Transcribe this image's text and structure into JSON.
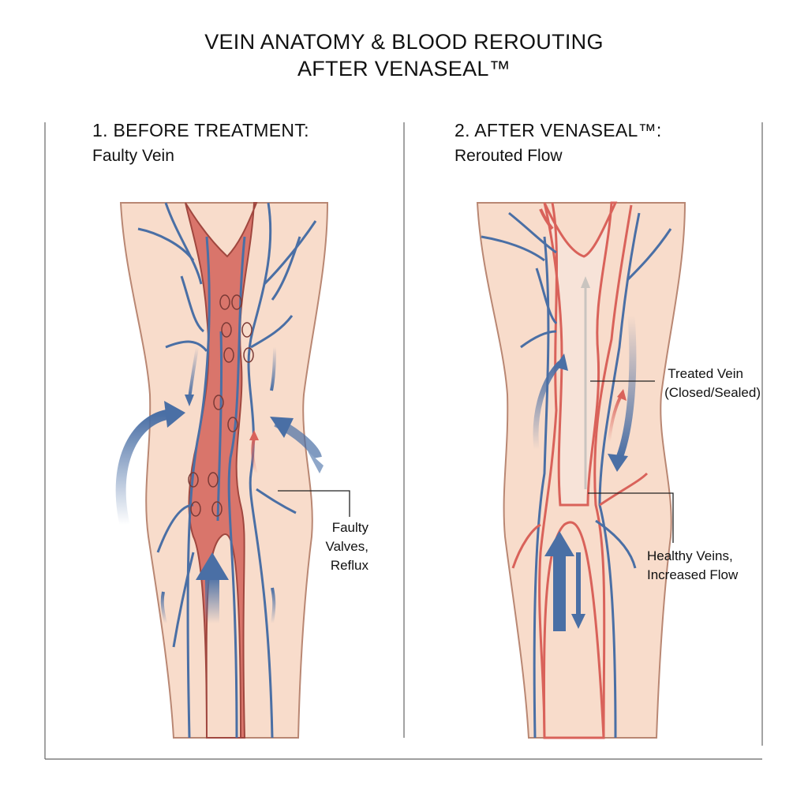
{
  "title": {
    "line1": "VEIN ANATOMY & BLOOD REROUTING",
    "line2": "AFTER VENASEAL™"
  },
  "panels": [
    {
      "heading": "1. BEFORE TREATMENT:",
      "subheading": "Faulty Vein",
      "labels": [
        {
          "line1": "Faulty Valves,",
          "line2": "Reflux"
        }
      ]
    },
    {
      "heading": "2. AFTER VENASEAL™:",
      "subheading": "Rerouted Flow",
      "labels": [
        {
          "line1": "Treated Vein",
          "line2": "(Closed/Sealed)"
        },
        {
          "line1": "Healthy Veins,",
          "line2": "Increased Flow"
        }
      ]
    }
  ],
  "colors": {
    "skin": "#f8dccb",
    "vein_blue": "#4a6fa5",
    "vein_red": "#d9625a",
    "faulty_vein_fill": "#d9756b",
    "outline": "#a06a58"
  }
}
